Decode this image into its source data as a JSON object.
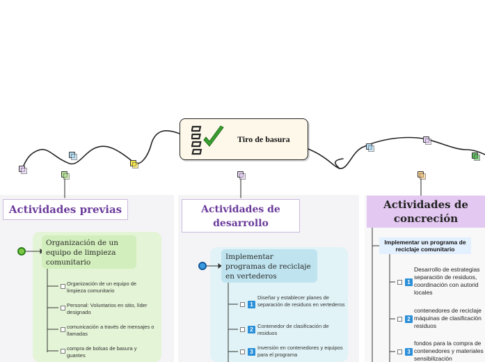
{
  "central": {
    "title": "Tiro de basura",
    "icon": "checklist-icon"
  },
  "branches": [
    {
      "title": "Actividades previas",
      "subtopic": "Organización de un equipo de limpieza comunitario",
      "items": [
        "Organización de un equipo de limpieza comunitario",
        "Personal: Voluntarios en sitio, líder designado",
        "comunicación a través de mensajes o llamadas",
        "compra de bolsas de basura y guantes"
      ]
    },
    {
      "title": "Actividades de desarrollo",
      "subtopic": "Implementar programas de reciclaje en vertederos",
      "items": [
        {
          "num": "1",
          "text": "Diseñar y establecer planes de separación de residuos en vertederos"
        },
        {
          "num": "2",
          "text": "Contenedor de clasificación de residuos"
        },
        {
          "num": "3",
          "text": "Inversión en contenedores y equipos para el programa"
        }
      ]
    },
    {
      "title": "Actividades de concreción",
      "subtopic": "Implementar un programa de reciclaje comunitario",
      "items": [
        {
          "num": "1",
          "text": "Desarrollo de estrategias separación de residuos, coordinación con autorid locales"
        },
        {
          "num": "2",
          "text": "contenedores de reciclaje máquinas de clasificación residuos"
        },
        {
          "num": "3",
          "text": "fondos para la compra de contenedores y materiales sensibilización"
        }
      ]
    }
  ],
  "colors": {
    "branch_title": "#6a3a9a",
    "panel_bg": "#f4f4f6",
    "sub1_bg": "#d2eebc",
    "sub2_bg": "#bfe4ef",
    "sub3_bg": "#e3f0ff",
    "number_badge": "#2a8fd8",
    "markers": [
      "#e6d2f5",
      "#b5dcf2",
      "#b8e39a",
      "#f2e24a",
      "#f2c98a",
      "#a4d8a4"
    ]
  }
}
